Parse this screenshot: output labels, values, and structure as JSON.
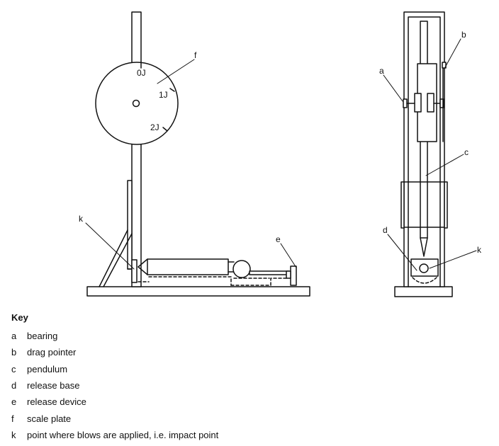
{
  "left_figure": {
    "scale_marks": [
      "0J",
      "1J",
      "2J"
    ],
    "callouts": {
      "f": "f",
      "k": "k",
      "e": "e"
    }
  },
  "right_figure": {
    "callouts": {
      "a": "a",
      "b": "b",
      "c": "c",
      "d": "d",
      "k": "k"
    }
  },
  "key": {
    "title": "Key",
    "items": [
      {
        "letter": "a",
        "label": "bearing"
      },
      {
        "letter": "b",
        "label": "drag pointer"
      },
      {
        "letter": "c",
        "label": "pendulum"
      },
      {
        "letter": "d",
        "label": "release base"
      },
      {
        "letter": "e",
        "label": "release device"
      },
      {
        "letter": "f",
        "label": "scale plate"
      },
      {
        "letter": "k",
        "label": "point where blows are applied, i.e. impact point"
      }
    ]
  }
}
